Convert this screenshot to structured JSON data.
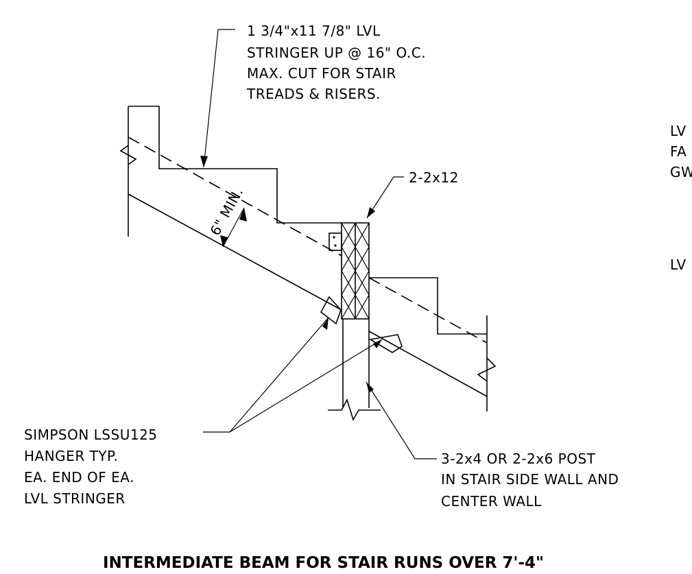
{
  "notes": {
    "stringer": [
      "1 3/4\"x11 7/8\" LVL",
      "STRINGER UP @ 16\" O.C.",
      "MAX. CUT FOR STAIR",
      "TREADS & RISERS."
    ],
    "beam": "2-2x12",
    "min_dim": "6\" MIN.",
    "hanger": [
      "SIMPSON LSSU125",
      "HANGER TYP.",
      "EA. END OF EA.",
      "LVL STRINGER"
    ],
    "post": [
      "3-2x4 OR 2-2x6 POST",
      "IN STAIR SIDE WALL AND",
      "CENTER WALL"
    ],
    "right_partial": [
      "LV",
      "FA",
      "GW",
      "LV"
    ]
  },
  "title": "INTERMEDIATE BEAM FOR STAIR RUNS OVER 7'-4\""
}
